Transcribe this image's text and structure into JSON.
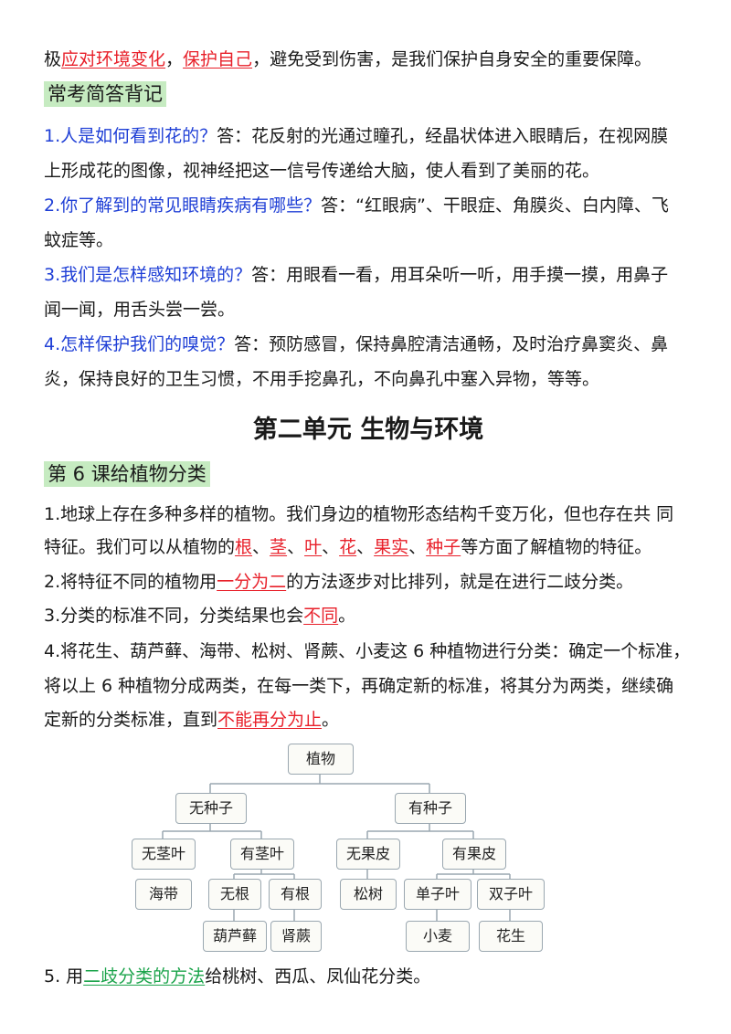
{
  "lines": {
    "l1": {
      "a": "极",
      "b": "应对环境变化",
      "c": "，",
      "d": "保护自己",
      "e": "，避免受到伤害，是我们保护自身安全的重要保障。"
    },
    "sec1": "常考简答背记",
    "q1": {
      "q": "1.人是如何看到花的？",
      "a": "答：花反射的光通过瞳孔，经晶状体进入眼睛后，在视网膜",
      "cont": "上形成花的图像，视神经把这一信号传递给大脑，使人看到了美丽的花。"
    },
    "q2": {
      "q": "2.你了解到的常见眼睛疾病有哪些？",
      "a": "答：“红眼病”、干眼症、角膜炎、白内障、飞",
      "cont": "蚊症等。"
    },
    "q3": {
      "q": "3.我们是怎样感知环境的？",
      "a": "答：用眼看一看，用耳朵听一听，用手摸一摸，用鼻子",
      "cont": "闻一闻，用舌头尝一尝。"
    },
    "q4": {
      "q": "4.怎样保护我们的嗅觉？",
      "a": "答：预防感冒，保持鼻腔清洁通畅，及时治疗鼻窦炎、鼻",
      "cont": "炎，保持良好的卫生习惯，不用手挖鼻孔，不向鼻孔中塞入异物，等等。"
    },
    "unit": "第二单元  生物与环境",
    "sec2": "第 6  课给植物分类",
    "p1a": "1.地球上存在多种多样的植物。我们身边的植物形态结构千变万化，但也存在共 同",
    "p1b": {
      "a": "特征。我们可以从植物的",
      "r1": "根",
      "s1": "、",
      "r2": "茎",
      "s2": "、",
      "r3": "叶",
      "s3": "、",
      "r4": "花",
      "s4": "、",
      "r5": "果实",
      "s5": "、",
      "r6": "种子",
      "e": "等方面了解植物的特征。"
    },
    "p2": {
      "a": "2.将特征不同的植物用",
      "r": "一分为二",
      "e": "的方法逐步对比排列，就是在进行二歧分类。"
    },
    "p3": {
      "a": "3.分类的标准不同，分类结果也会",
      "r": "不同",
      "e": "。"
    },
    "p4a": "4.将花生、葫芦藓、海带、松树、肾蕨、小麦这 6 种植物进行分类：确定一个标准，",
    "p4b": "将以上 6 种植物分成两类，在每一类下，再确定新的标准，将其分为两类，继续确",
    "p4c": {
      "a": "定新的分类标准，直到",
      "r": "不能再分为止",
      "e": "。"
    },
    "p5": {
      "a": "5. 用",
      "g": "二歧分类的方法",
      "e": "给桃树、西瓜、凤仙花分类。"
    }
  },
  "tree": {
    "root": "植物",
    "l1": [
      "无种子",
      "有种子"
    ],
    "l2": [
      "无茎叶",
      "有茎叶",
      "无果皮",
      "有果皮"
    ],
    "l3": [
      "海带",
      "无根",
      "有根",
      "松树",
      "单子叶",
      "双子叶"
    ],
    "l4": [
      "葫芦藓",
      "肾蕨",
      "小麦",
      "花生"
    ]
  },
  "colors": {
    "red": "#e8202a",
    "blue": "#1f3fd6",
    "green": "#1aa34a",
    "highlight": "#c6ebc1"
  }
}
